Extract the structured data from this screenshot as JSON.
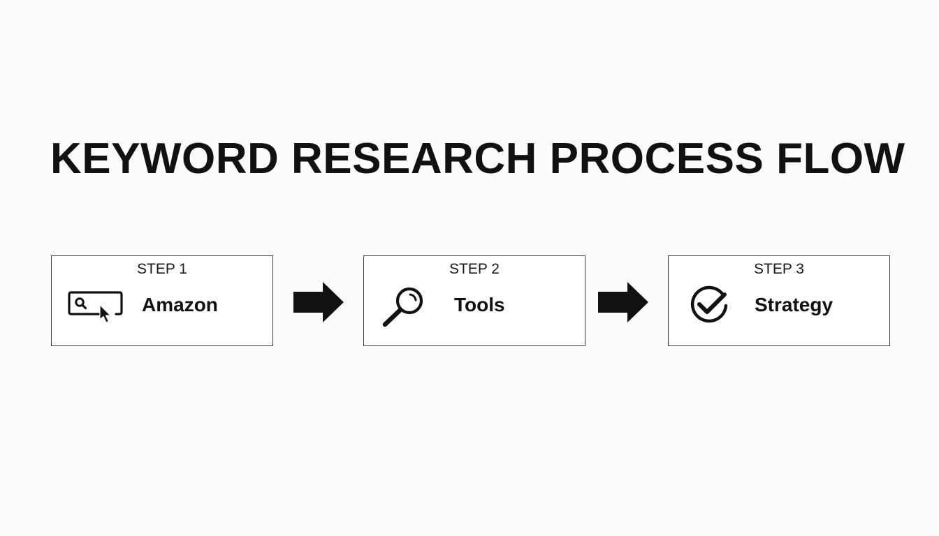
{
  "title": "KEYWORD RESEARCH PROCESS FLOW",
  "steps": [
    {
      "label": "STEP 1",
      "name": "Amazon",
      "icon": "search-bar-cursor-icon"
    },
    {
      "label": "STEP 2",
      "name": "Tools",
      "icon": "magnifying-glass-icon"
    },
    {
      "label": "STEP 3",
      "name": "Strategy",
      "icon": "check-circle-icon"
    }
  ],
  "connectors": [
    {
      "icon": "arrow-right-icon"
    },
    {
      "icon": "arrow-right-icon"
    }
  ],
  "colors": {
    "background": "#fcfcfc",
    "text": "#111111",
    "border": "#3a3a3a"
  }
}
